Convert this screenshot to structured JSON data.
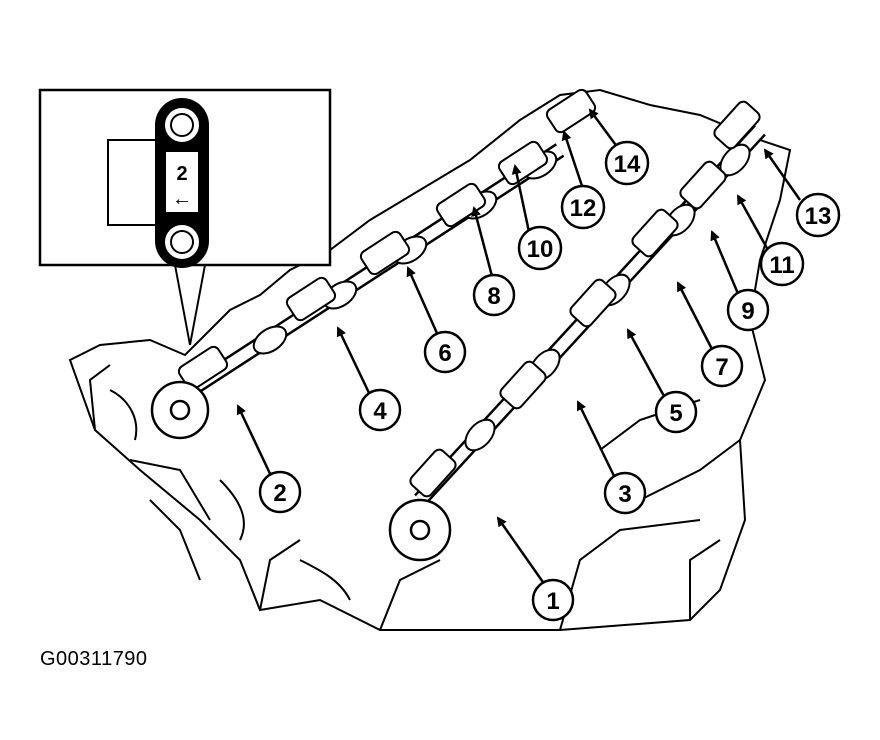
{
  "figure": {
    "id": "G00311790"
  },
  "inset": {
    "bolt_number": "2",
    "arrow_glyph": "←"
  },
  "callouts": [
    {
      "label": "1"
    },
    {
      "label": "2"
    },
    {
      "label": "3"
    },
    {
      "label": "4"
    },
    {
      "label": "5"
    },
    {
      "label": "6"
    },
    {
      "label": "7"
    },
    {
      "label": "8"
    },
    {
      "label": "9"
    },
    {
      "label": "10"
    },
    {
      "label": "11"
    },
    {
      "label": "12"
    },
    {
      "label": "13"
    },
    {
      "label": "14"
    }
  ],
  "colors": {
    "ink": "#000000",
    "paper": "#ffffff"
  }
}
